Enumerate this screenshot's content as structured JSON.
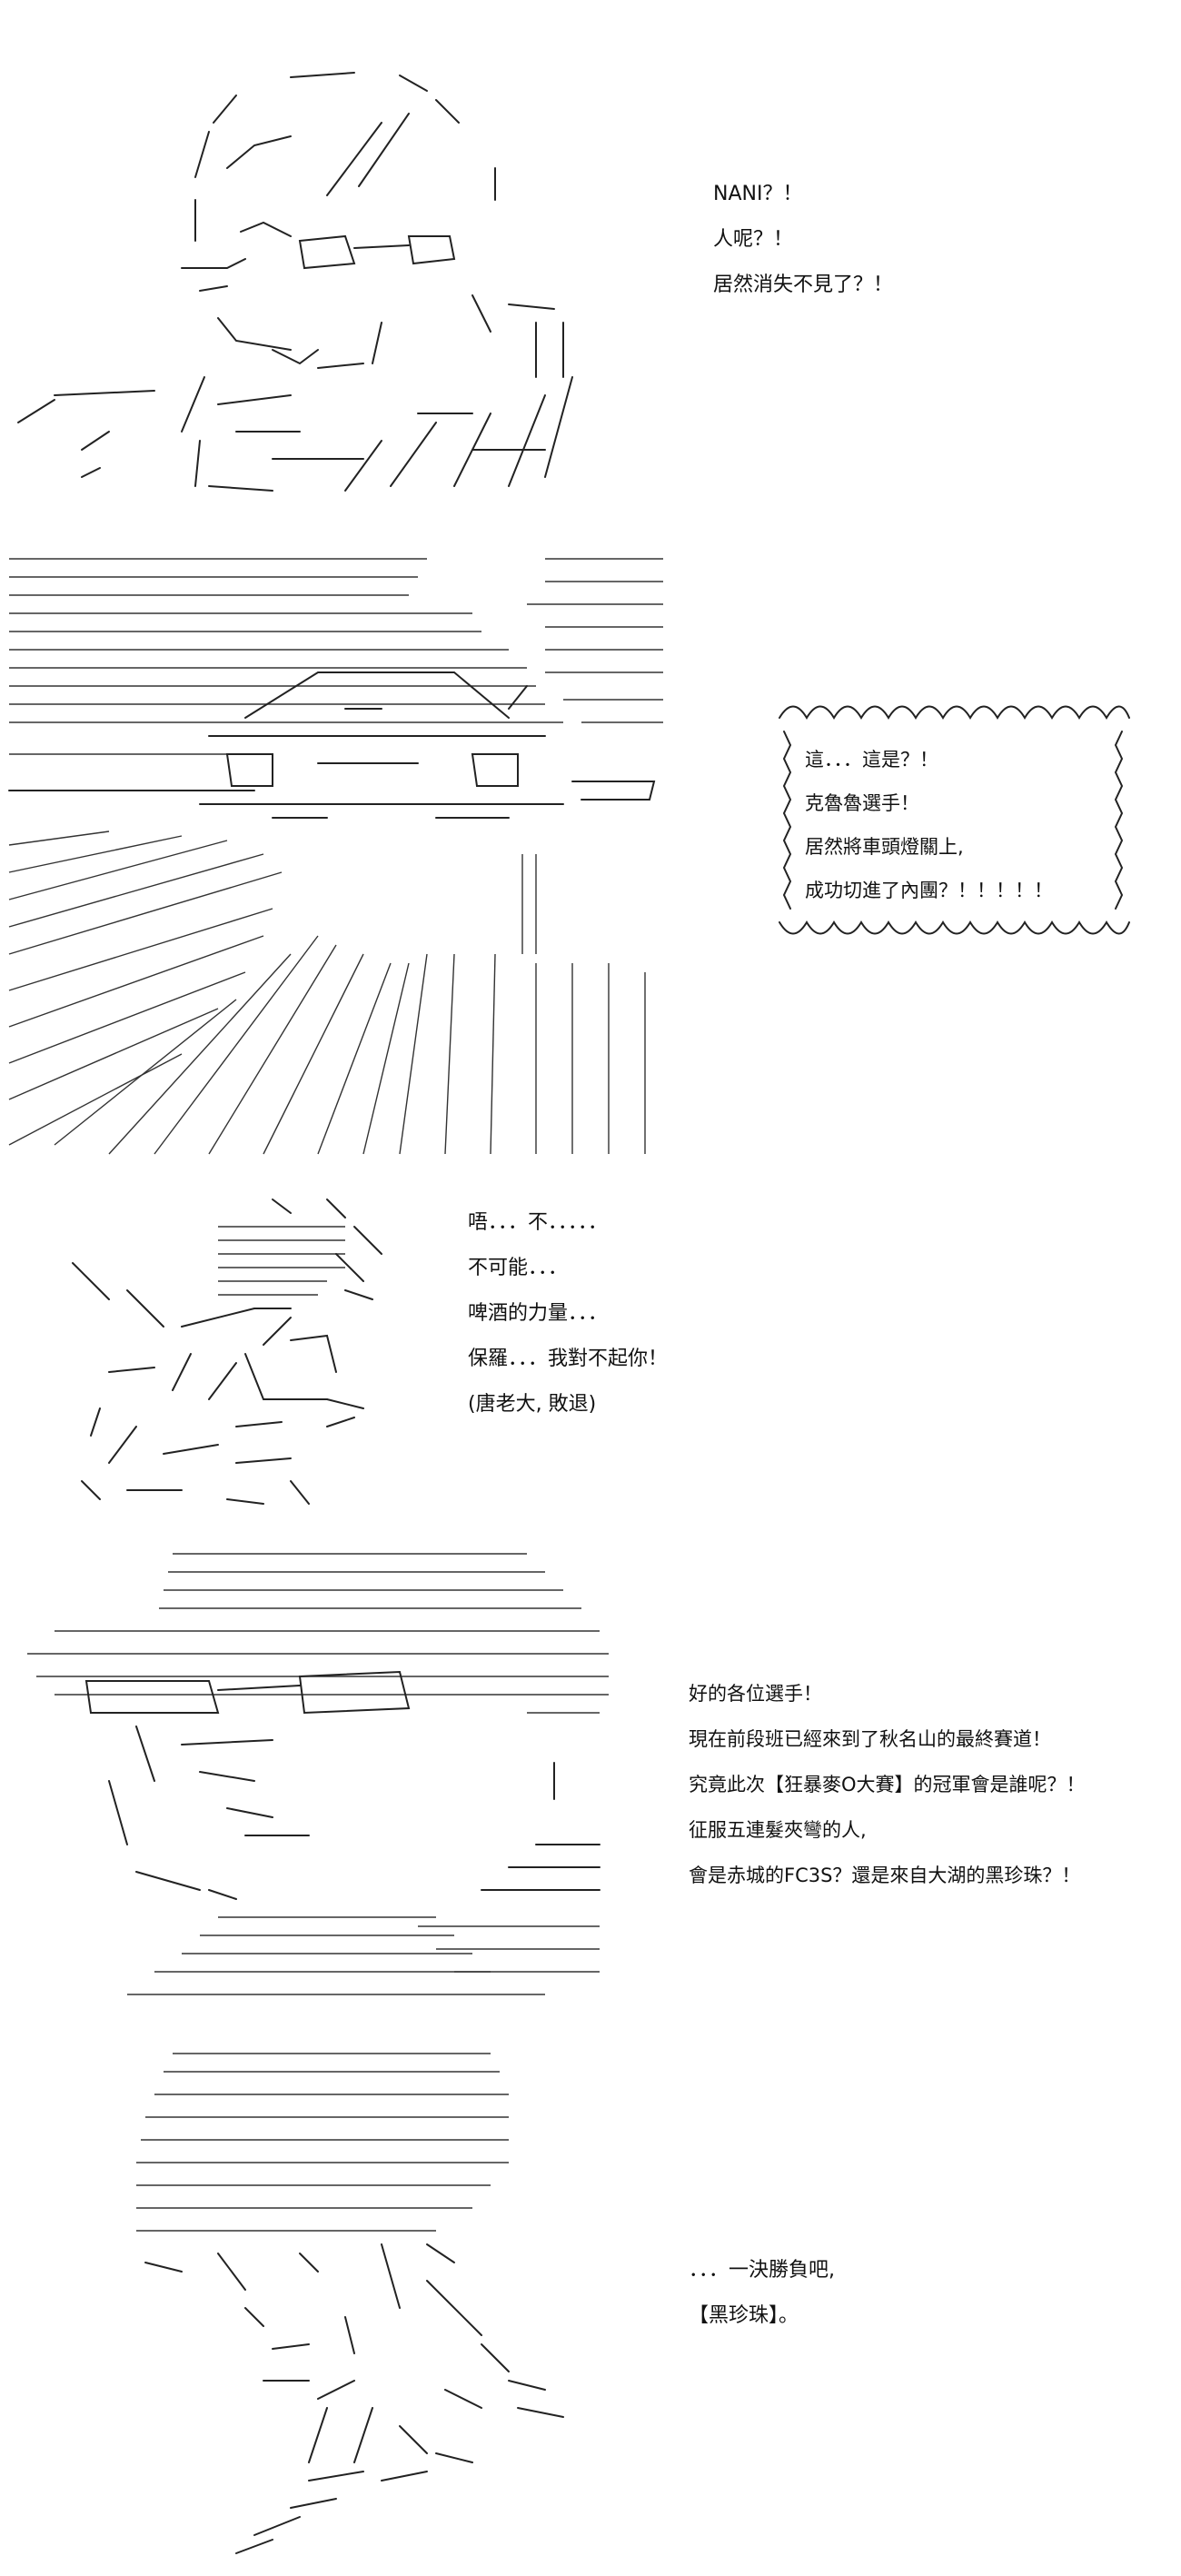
{
  "panels": [
    {
      "id": "panel-1",
      "art": "face-glasses-ascii-art",
      "lines": [
        "NANI？！",
        "人呢？！",
        "居然消失不見了？！"
      ]
    },
    {
      "id": "panel-2",
      "art": "car-crash-ascii-art",
      "bubble_lines": [
        "這．．．這是？！",
        "克魯魯選手！",
        "居然將車頭燈關上,",
        "成功切進了內團？！！！！！"
      ]
    },
    {
      "id": "panel-3",
      "art": "defeated-man-ascii-art",
      "lines": [
        "唔．．．不．．．．．",
        "不可能．．．",
        "啤酒的力量．．．",
        "保羅．．．我對不起你！",
        "(唐老大, 敗退)"
      ]
    },
    {
      "id": "panel-4",
      "art": "announcer-sunglasses-ascii-art",
      "lines": [
        "好的各位選手！",
        "現在前段班已經來到了秋名山的最終賽道！",
        "究竟此次【狂暴麥O大賽】的冠軍會是誰呢？！",
        "征服五連髮夾彎的人,",
        "會是赤城的FC3S？還是來自大湖的黑珍珠？！"
      ]
    },
    {
      "id": "panel-5",
      "art": "determined-rival-ascii-art",
      "lines": [
        "．．．一決勝負吧,",
        "【黑珍珠】。"
      ]
    }
  ],
  "colors": {
    "text": "#111111",
    "background": "#ffffff"
  }
}
